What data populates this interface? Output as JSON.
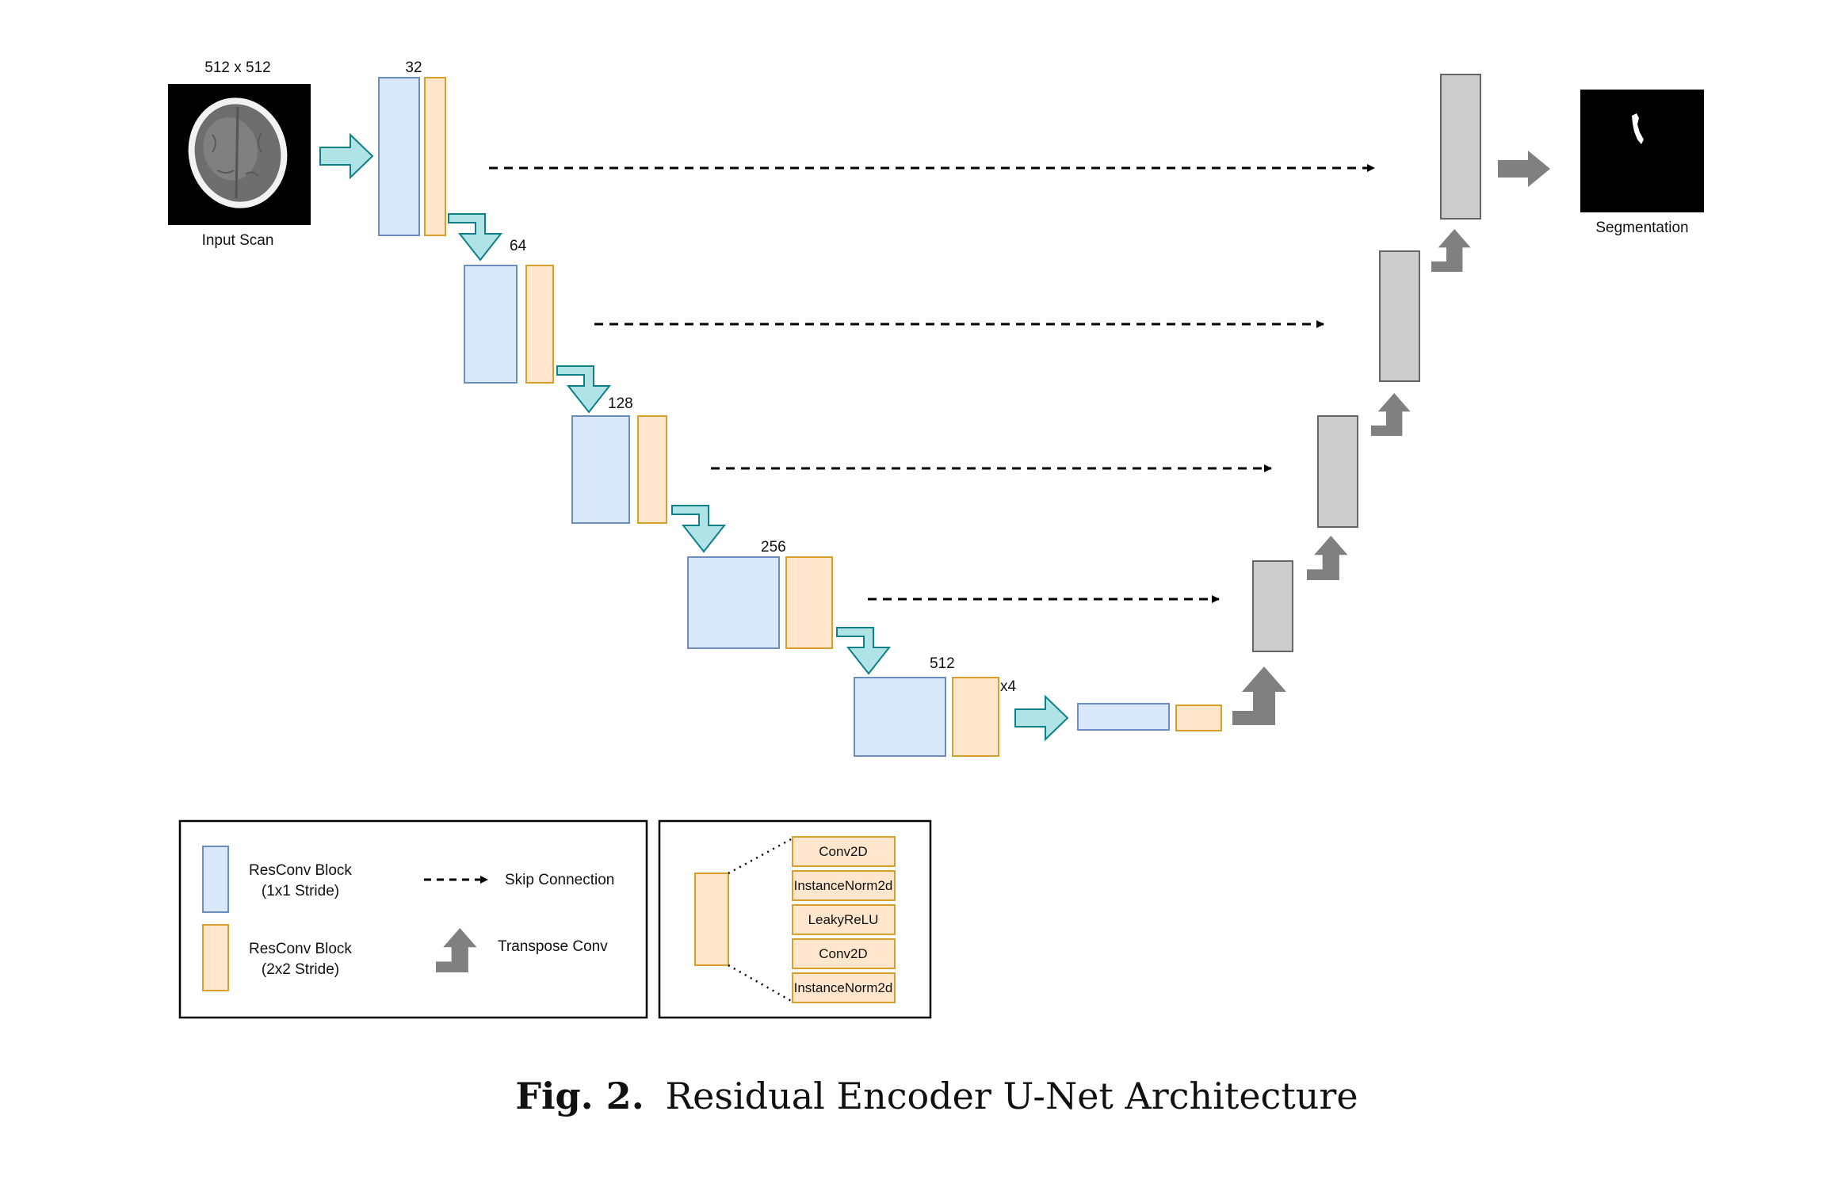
{
  "input": {
    "size_label": "512 x 512",
    "caption": "Input Scan"
  },
  "output": {
    "caption": "Segmentation"
  },
  "encoder": {
    "levels": [
      {
        "channels": "32"
      },
      {
        "channels": "64"
      },
      {
        "channels": "128"
      },
      {
        "channels": "256"
      },
      {
        "channels": "512",
        "repeat": "x4"
      }
    ]
  },
  "legend": {
    "blue_block": {
      "line1": "ResConv Block",
      "line2": "(1x1 Stride)"
    },
    "orange_block": {
      "line1": "ResConv Block",
      "line2": "(2x2 Stride)"
    },
    "skip": "Skip Connection",
    "transpose": "Transpose Conv"
  },
  "block_detail": {
    "layers": [
      "Conv2D",
      "InstanceNorm2d",
      "LeakyReLU",
      "Conv2D",
      "InstanceNorm2d"
    ]
  },
  "caption": {
    "label": "Fig. 2.",
    "text": "Residual Encoder U-Net Architecture"
  },
  "colors": {
    "blue_fill": "#dae8fc",
    "blue_stroke": "#6c8ebf",
    "orange_fill": "#ffe6cc",
    "orange_stroke": "#d6a02a",
    "teal_fill": "#b0e3e6",
    "teal_stroke": "#0e8088",
    "gray_fill": "#cccccc",
    "gray_stroke": "#666666",
    "gray_arrow": "#808080"
  }
}
